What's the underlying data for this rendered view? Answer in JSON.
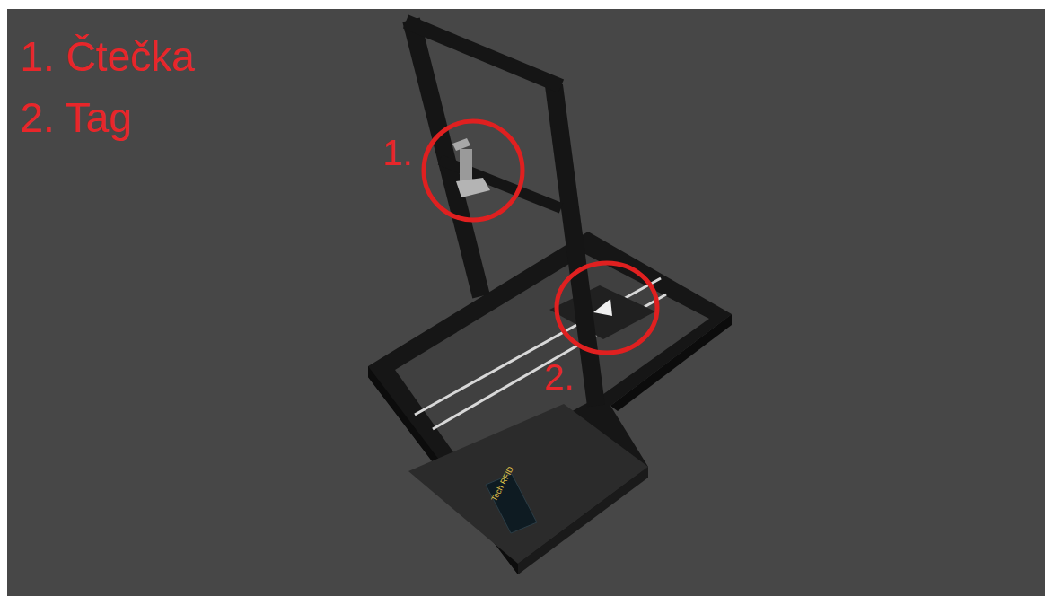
{
  "diagram": {
    "labels": [
      "1. Čtečka",
      "2. Tag",
      "1.",
      "2.",
      "Tech RFID"
    ]
  }
}
